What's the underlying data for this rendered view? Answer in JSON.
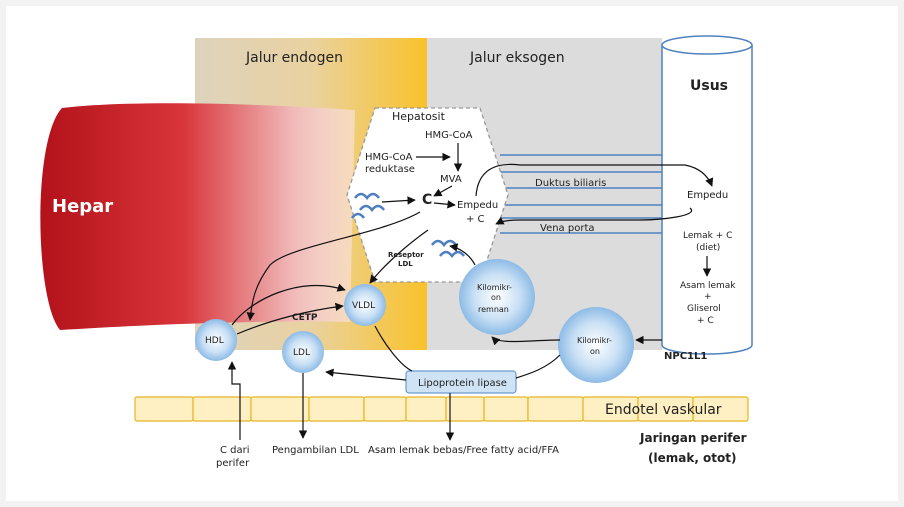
{
  "colors": {
    "liver_dark": "#c0141a",
    "liver_light": "#f8d7d7",
    "endogen_gold": "#f7c02c",
    "endogen_tan": "#d8cbb0",
    "exogen_grey": "#d9d9d9",
    "particle_blue": "#9cc8ec",
    "line_blue": "#4f81bd",
    "endothelium_yellow": "#ffeec0"
  },
  "labels": {
    "hepar": "Hepar",
    "jalur_endogen": "Jalur endogen",
    "jalur_eksogen": "Jalur eksogen",
    "usus": "Usus",
    "hepatosit": "Hepatosit",
    "hmg_coa": "HMG-CoA",
    "hmg_coa_reduktase_1": "HMG-CoA",
    "hmg_coa_reduktase_2": "reduktase",
    "mva": "MVA",
    "c": "C",
    "empedu_c_1": "Empedu",
    "empedu_c_2": "+ C",
    "duktus_biliaris": "Duktus biliaris",
    "vena_porta": "Vena porta",
    "reseptor_ldl_1": "Reseptor",
    "reseptor_ldl_2": "LDL",
    "empedu_usus": "Empedu",
    "lemak_c_1": "Lemak + C",
    "lemak_c_2": "(diet)",
    "asam_lemak_1": "Asam lemak",
    "asam_lemak_2": "+",
    "asam_lemak_3": "Gliserol",
    "asam_lemak_4": "+ C",
    "npc1l1": "NPC1L1",
    "kilomikron_remnan_1": "Kilomikr-",
    "kilomikron_remnan_2": "on",
    "kilomikron_remnan_3": "remnan",
    "kilomikron_1": "Kilomikr-",
    "kilomikron_2": "on",
    "vldl": "VLDL",
    "hdl": "HDL",
    "ldl": "LDL",
    "cetp": "CETP",
    "lipoprotein_lipase": "Lipoprotein lipase",
    "endotel_vaskular": "Endotel vaskular",
    "jaringan_perifer_1": "Jaringan perifer",
    "jaringan_perifer_2": "(lemak, otot)",
    "c_dari_perifer_1": "C dari",
    "c_dari_perifer_2": "perifer",
    "pengambilan_ldl": "Pengambilan LDL",
    "asam_lemak_bebas": "Asam lemak bebas/Free fatty acid/FFA"
  },
  "icons": [
    "ldl-receptor-icon"
  ]
}
